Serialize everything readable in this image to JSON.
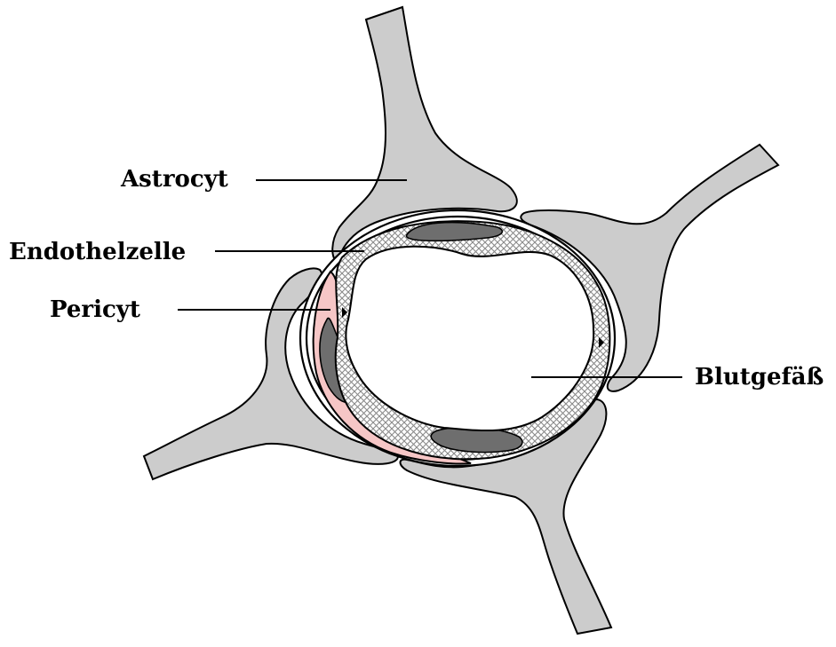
{
  "labels": {
    "astrocyte": "Astrocyt",
    "endothelial_cell": "Endothelzelle",
    "pericyte": "Pericyt",
    "blood_vessel": "Blutgefäß"
  },
  "colors": {
    "astrocyte_fill": "#cccccc",
    "pericyte_fill": "#f6c6c6",
    "nucleus_fill": "#6e6e6e",
    "endothelium_hatch": "#8a8a8a",
    "outline": "#000000"
  }
}
